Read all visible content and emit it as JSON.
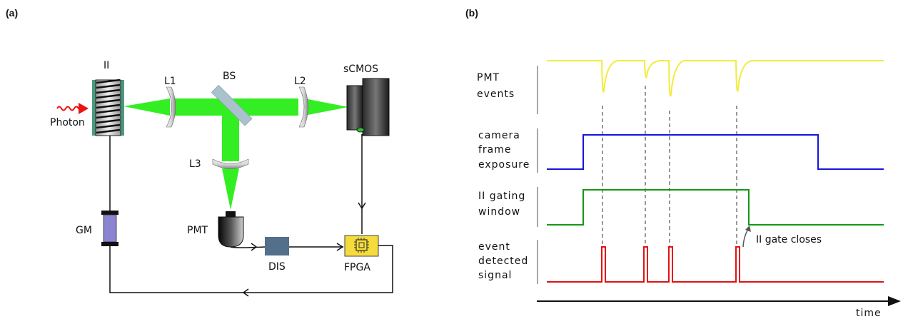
{
  "panel_a": {
    "label": "(a)",
    "labels": {
      "ii": "II",
      "photon": "Photon",
      "l1": "L1",
      "bs": "BS",
      "l2": "L2",
      "scmos": "sCMOS",
      "l3": "L3",
      "pmt": "PMT",
      "dis": "DIS",
      "fpga": "FPGA",
      "gm": "GM"
    },
    "colors": {
      "beam": "#33ee22",
      "photon_arrow": "#ee1111",
      "gm_fill": "#8b84d0",
      "dis_fill": "#546f8a",
      "fpga_fill": "#f5dc3c",
      "bs_fill": "#a9c2cc"
    }
  },
  "panel_b": {
    "label": "(b)",
    "rows": [
      {
        "label_lines": [
          "PMT",
          "events"
        ],
        "color": "#f2ec3c"
      },
      {
        "label_lines": [
          "camera",
          "frame",
          "exposure"
        ],
        "color": "#1515dd"
      },
      {
        "label_lines": [
          "II gating",
          "window"
        ],
        "color": "#139913"
      },
      {
        "label_lines": [
          "event",
          "detected",
          "signal"
        ],
        "color": "#e21111"
      }
    ],
    "annotation": "II gate closes",
    "axis_label": "time"
  }
}
